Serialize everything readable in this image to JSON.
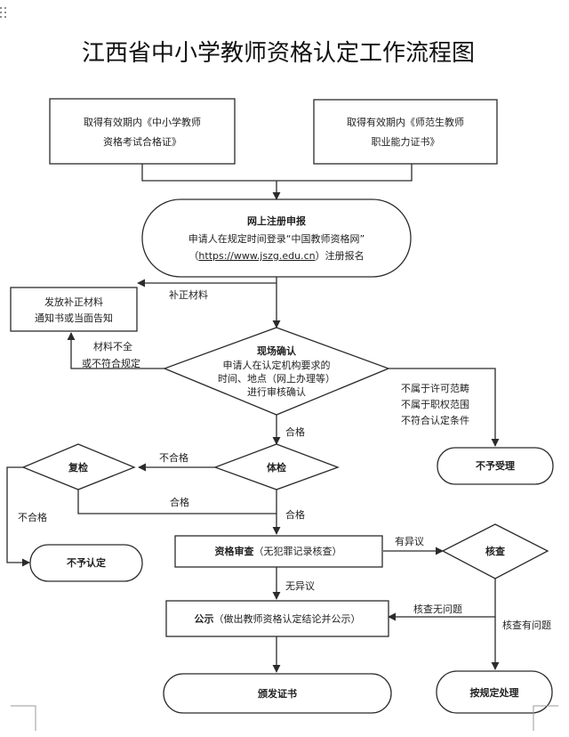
{
  "title": "江西省中小学教师资格认定工作流程图",
  "nodes": {
    "cert_exam": [
      "取得有效期内《中小学教师",
      "资格考试合格证》"
    ],
    "cert_normal": [
      "取得有效期内《师范生教师",
      "职业能力证书》"
    ],
    "online": {
      "heading": "网上注册申报",
      "line1": "申请人在规定时间登录“中国教师资格网”",
      "line2_pre": "（",
      "line2_url": "https://www.jszg.edu.cn",
      "line2_post": "）注册报名"
    },
    "supplement_notice": [
      "发放补正材料",
      "通知书或当面告知"
    ],
    "onsite": {
      "heading": "现场确认",
      "lines": [
        "申请人在认定机构要求的",
        "时间、地点（网上办理等）",
        "进行审核确认"
      ]
    },
    "physical": "体检",
    "recheck": "复检",
    "reject_accept": "不予受理",
    "not_recognized": "不予认定",
    "qualification_review": {
      "bold": "资格审查",
      "normal": "（无犯罪记录核查）"
    },
    "verify": "核查",
    "publicity": {
      "bold": "公示",
      "normal": "（做出教师资格认定结论并公示）"
    },
    "issue_cert": "颁发证书",
    "handle_by_rules": "按规定处理"
  },
  "edge_labels": {
    "supplement": "补正材料",
    "incomplete": [
      "材料不全",
      "或不符合规定"
    ],
    "out_of_scope": [
      "不属于许可范畴",
      "不属于职权范围",
      "不符合认定条件"
    ],
    "pass_onsite": "合格",
    "fail_physical": "不合格",
    "pass_recheck": "合格",
    "fail_recheck": "不合格",
    "pass_physical": "合格",
    "objection": "有异议",
    "no_objection": "无异议",
    "verify_ok": "核查无问题",
    "verify_problem": "核查有问题"
  }
}
